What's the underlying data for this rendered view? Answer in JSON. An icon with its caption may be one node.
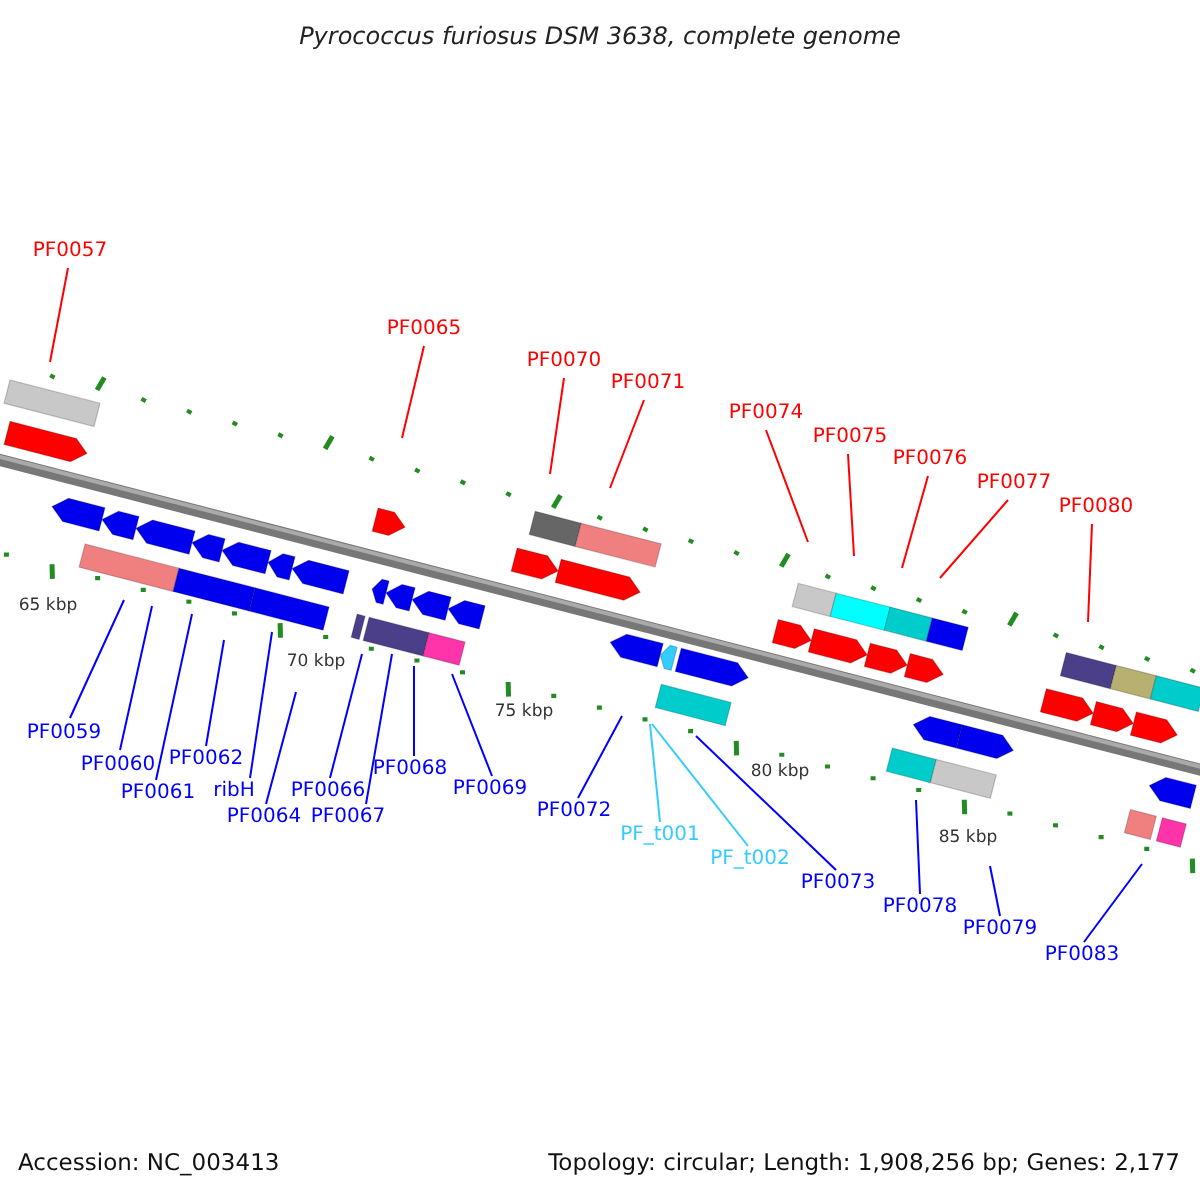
{
  "diagram": {
    "title": "Pyrococcus furiosus DSM 3638, complete genome",
    "nodes": [
      {
        "text": [
          "PF0057"
        ]
      },
      {
        "text": [
          "PF0065"
        ]
      },
      {
        "text": [
          "PF0070"
        ]
      },
      {
        "text": [
          "PF0071"
        ]
      },
      {
        "text": [
          "PF0074"
        ]
      },
      {
        "text": [
          "PF0075"
        ]
      },
      {
        "text": [
          "PF0076"
        ]
      },
      {
        "text": [
          "PF0077"
        ]
      },
      {
        "text": [
          "PF0080"
        ]
      },
      {
        "text": [
          "PF0059"
        ]
      },
      {
        "text": [
          "PF0060"
        ]
      },
      {
        "text": [
          "PF0062"
        ]
      },
      {
        "text": [
          "PF0061"
        ]
      },
      {
        "text": [
          "ribH"
        ]
      },
      {
        "text": [
          "PF0064"
        ]
      },
      {
        "text": [
          "PF0066"
        ]
      },
      {
        "text": [
          "PF0068"
        ]
      },
      {
        "text": [
          "PF0067"
        ]
      },
      {
        "text": [
          "PF0069"
        ]
      },
      {
        "text": [
          "PF0072"
        ]
      },
      {
        "text": [
          "PF_t001"
        ]
      },
      {
        "text": [
          "PF_t002"
        ]
      },
      {
        "text": [
          "PF0073"
        ]
      },
      {
        "text": [
          "PF0078"
        ]
      },
      {
        "text": [
          "PF0079"
        ]
      },
      {
        "text": [
          "PF0083"
        ]
      }
    ],
    "edges": [
      {
        "from": 0,
        "to": null,
        "arrow": "none",
        "color": "#ff0000"
      },
      {
        "from": 1,
        "to": null,
        "arrow": "none",
        "color": "#ff0000"
      },
      {
        "from": 2,
        "to": null,
        "arrow": "none",
        "color": "#ff0000"
      },
      {
        "from": 3,
        "to": null,
        "arrow": "none",
        "color": "#ff0000"
      },
      {
        "from": 4,
        "to": null,
        "arrow": "none",
        "color": "#ff0000"
      },
      {
        "from": 5,
        "to": null,
        "arrow": "none",
        "color": "#ff0000"
      },
      {
        "from": 6,
        "to": null,
        "arrow": "none",
        "color": "#ff0000"
      },
      {
        "from": 7,
        "to": null,
        "arrow": "none",
        "color": "#ff0000"
      },
      {
        "from": 8,
        "to": null,
        "arrow": "none",
        "color": "#ff0000"
      },
      {
        "from": 9,
        "to": null,
        "arrow": "none"
      },
      {
        "from": 10,
        "to": null,
        "arrow": "none"
      },
      {
        "from": 11,
        "to": null,
        "arrow": "none"
      },
      {
        "from": 12,
        "to": null,
        "arrow": "none"
      },
      {
        "from": 13,
        "to": null,
        "arrow": "none"
      },
      {
        "from": 14,
        "to": null,
        "arrow": "none"
      },
      {
        "from": 15,
        "to": null,
        "arrow": "none"
      },
      {
        "from": 16,
        "to": null,
        "arrow": "none"
      },
      {
        "from": 17,
        "to": null,
        "arrow": "none"
      },
      {
        "from": 18,
        "to": null,
        "arrow": "none"
      },
      {
        "from": 19,
        "to": null,
        "arrow": "none"
      },
      {
        "from": 20,
        "to": null,
        "arrow": "none",
        "color": "#33ccff"
      },
      {
        "from": 21,
        "to": null,
        "arrow": "none",
        "color": "#33ccff"
      },
      {
        "from": 22,
        "to": null,
        "arrow": "none"
      },
      {
        "from": 23,
        "to": null,
        "arrow": "none"
      },
      {
        "from": 24,
        "to": null,
        "arrow": "none"
      },
      {
        "from": 25,
        "to": null,
        "arrow": "none"
      }
    ],
    "labels": [
      "65 kbp",
      "70 kbp",
      "75 kbp",
      "80 kbp",
      "85 kbp",
      "Accession: NC_003413",
      "Topology: circular; Length: 1,908,256 bp; Genes: 2,177"
    ]
  }
}
